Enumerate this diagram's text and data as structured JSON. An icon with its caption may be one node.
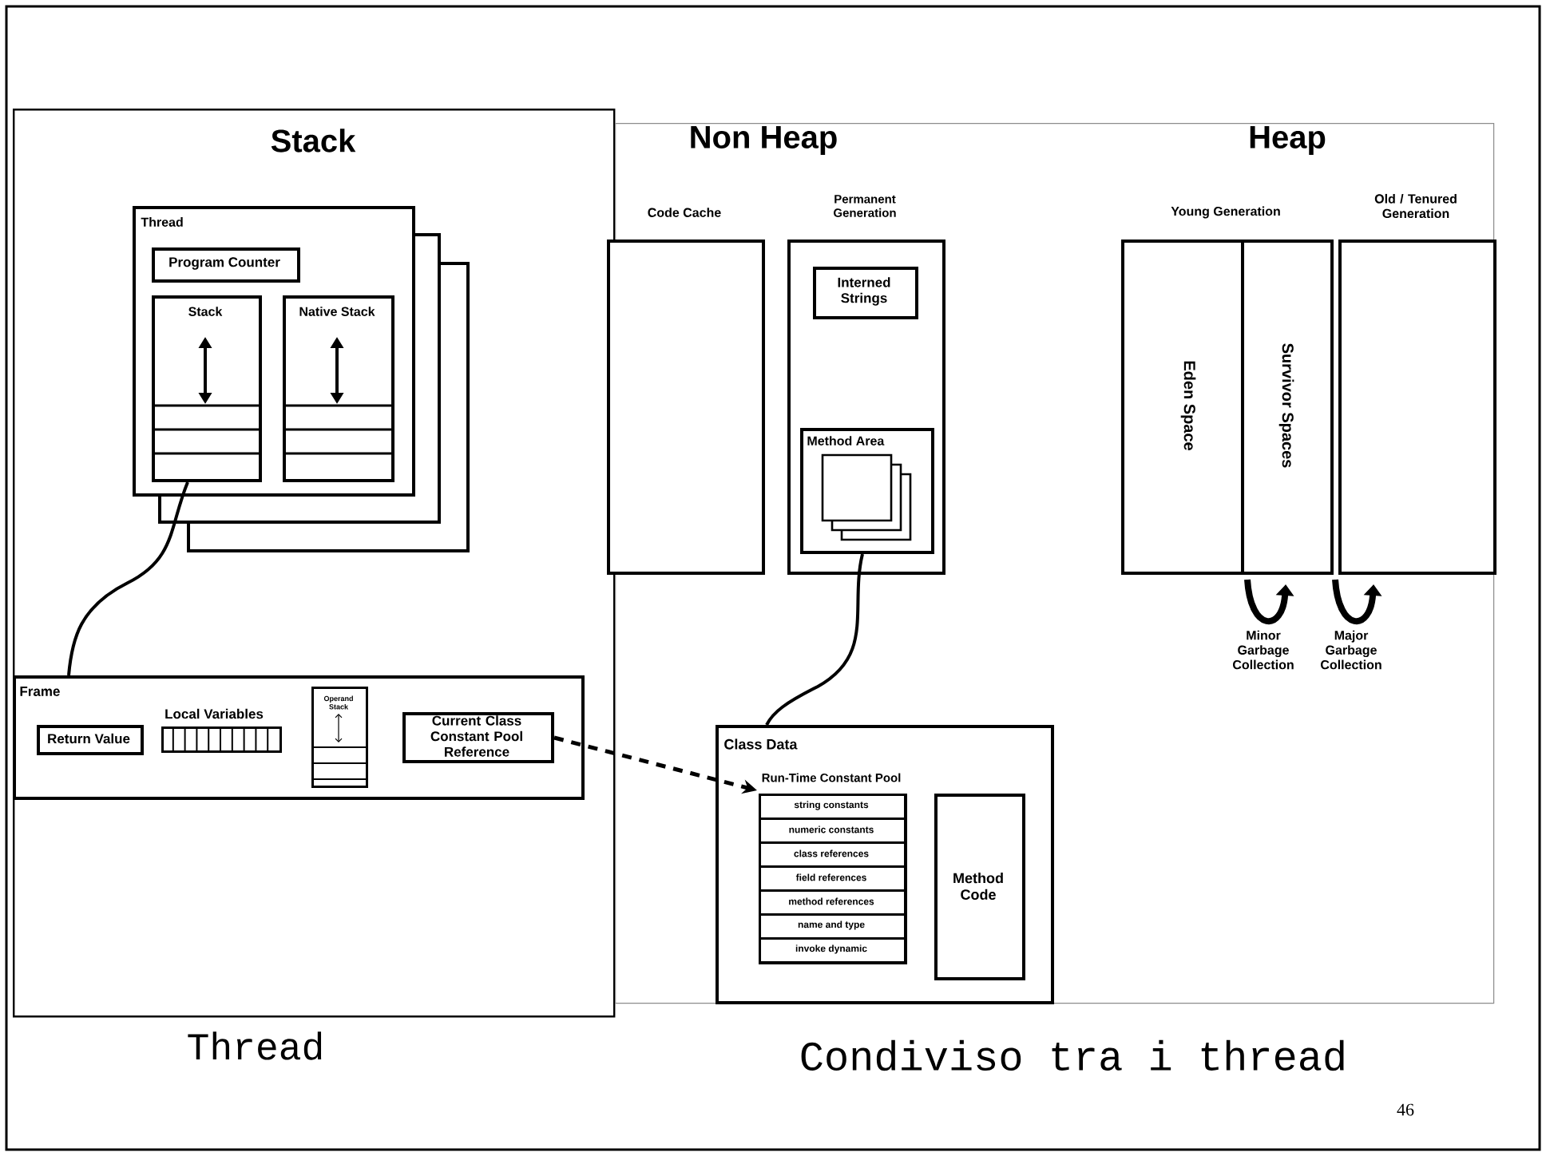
{
  "diagram": {
    "nodes": [
      {
        "text": [
          "Stack"
        ],
        "beside": [
          "Thread"
        ]
      },
      {
        "text": [
          "Thread"
        ],
        "in": 0
      },
      {
        "text": [
          "Program Counter"
        ],
        "in": 1
      },
      {
        "text": [
          "Stack"
        ],
        "in": 1
      },
      {
        "text": [
          "Native Stack"
        ],
        "in": 1
      },
      {
        "text": [
          "Frame"
        ],
        "in": 0
      },
      {
        "text": [
          "Return Value"
        ],
        "in": 5
      },
      {
        "text": [
          "Local Variables"
        ],
        "in": 5
      },
      {
        "text": [
          "Operand Stack"
        ],
        "in": 5
      },
      {
        "text": [
          "Current Class Constant Pool Reference"
        ],
        "in": 5
      },
      {
        "text": [
          "Non Heap",
          "Heap"
        ],
        "beside": [
          "Condiviso tra i thread"
        ]
      },
      {
        "text": [
          "Code Cache"
        ],
        "in": 10
      },
      {
        "text": [
          "Permanent Generation"
        ],
        "in": 10
      },
      {
        "text": [
          "Interned Strings"
        ],
        "in": 12
      },
      {
        "text": [
          "Method Area"
        ],
        "in": 12
      },
      {
        "text": [
          "Young Generation"
        ],
        "in": 10
      },
      {
        "text": [
          "Eden Space"
        ],
        "in": 15
      },
      {
        "text": [
          "Survivor Spaces"
        ],
        "in": 15
      },
      {
        "text": [
          "Old / Tenured Generation"
        ],
        "in": 10
      },
      {
        "text": [
          "Class Data"
        ],
        "in": 10
      },
      {
        "text": [
          "Run-Time Constant Pool"
        ],
        "in": 19
      },
      {
        "text": [
          "string constants"
        ],
        "in": 20
      },
      {
        "text": [
          "numeric constants"
        ],
        "in": 20
      },
      {
        "text": [
          "class references"
        ],
        "in": 20
      },
      {
        "text": [
          "field references"
        ],
        "in": 20
      },
      {
        "text": [
          "method references"
        ],
        "in": 20
      },
      {
        "text": [
          "name and type"
        ],
        "in": 20
      },
      {
        "text": [
          "invoke dynamic"
        ],
        "in": 20
      },
      {
        "text": [
          "Method Code"
        ],
        "in": 19
      }
    ],
    "edges": [
      {
        "from": 3,
        "to": 5,
        "arrow": "none"
      },
      {
        "from": 14,
        "to": 19,
        "arrow": "none"
      },
      {
        "from": 9,
        "to": 20,
        "arrow": "to",
        "style": "dashed"
      }
    ],
    "labels": [
      "Minor Garbage Collection",
      "Major Garbage Collection",
      "46"
    ]
  }
}
